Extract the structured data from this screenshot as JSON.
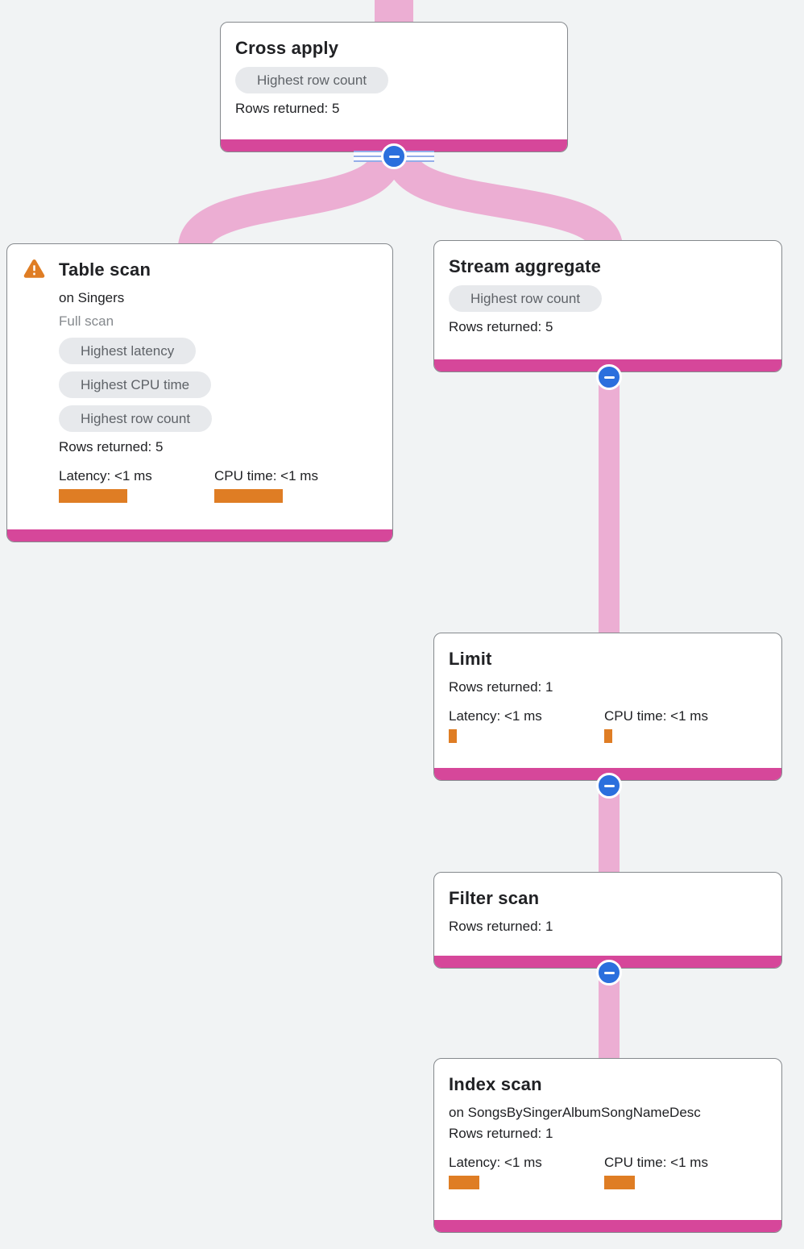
{
  "colors": {
    "background": "#f1f3f4",
    "card_accent": "#d6479a",
    "edge_pink": "#ecaed3",
    "button_blue": "#2b6fdd",
    "metric_orange": "#df7d24",
    "badge_bg": "#e7e9ec",
    "badge_text": "#5f6368",
    "warning_orange": "#df7d24"
  },
  "nodes": [
    {
      "title": "Cross apply",
      "badges": [
        "Highest row count"
      ],
      "rows_label": "Rows returned: 5"
    },
    {
      "title": "Table scan",
      "subtitle": "on Singers",
      "note": "Full scan",
      "badges": [
        "Highest latency",
        "Highest CPU time",
        "Highest row count"
      ],
      "rows_label": "Rows returned: 5",
      "metrics": [
        {
          "label": "Latency: <1 ms",
          "bar_style": "width:85px"
        },
        {
          "label": "CPU time: <1 ms",
          "bar_style": "width:85px"
        }
      ]
    },
    {
      "title": "Stream aggregate",
      "badges": [
        "Highest row count"
      ],
      "rows_label": "Rows returned: 5"
    },
    {
      "title": "Limit",
      "rows_label": "Rows returned: 1",
      "metrics": [
        {
          "label": "Latency: <1 ms",
          "bar_style": "width:10px"
        },
        {
          "label": "CPU time: <1 ms",
          "bar_style": "width:10px"
        }
      ]
    },
    {
      "title": "Filter scan",
      "rows_label": "Rows returned: 1"
    },
    {
      "title": "Index scan",
      "subtitle": "on SongsBySingerAlbumSongNameDesc",
      "rows_label": "Rows returned: 1",
      "metrics": [
        {
          "label": "Latency: <1 ms",
          "bar_style": "width:38px"
        },
        {
          "label": "CPU time: <1 ms",
          "bar_style": "width:38px"
        }
      ]
    }
  ]
}
